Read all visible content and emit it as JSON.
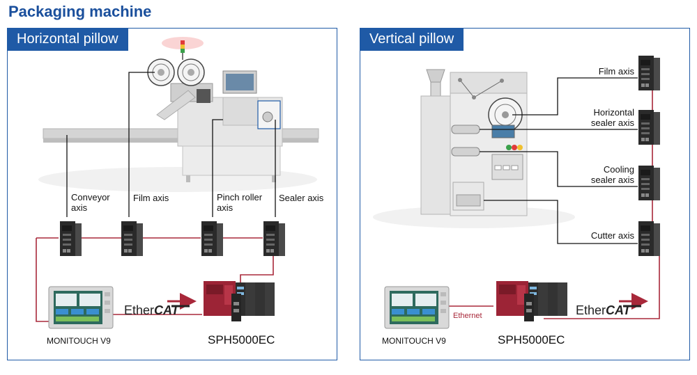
{
  "title": "Packaging machine",
  "left": {
    "tab": "Horizontal pillow",
    "axes": [
      {
        "line1": "Conveyor",
        "line2": "axis"
      },
      {
        "line1": "Film axis",
        "line2": ""
      },
      {
        "line1": "Pinch roller",
        "line2": "axis"
      },
      {
        "line1": "Sealer axis",
        "line2": ""
      }
    ],
    "hmi_label": "MONITOUCH V9",
    "plc_label": "SPH5000EC",
    "network": {
      "prefix": "Ether",
      "suffix": "CAT"
    }
  },
  "right": {
    "tab": "Vertical pillow",
    "axes": [
      {
        "line1": "Film axis",
        "line2": ""
      },
      {
        "line1": "Horizontal",
        "line2": "sealer axis"
      },
      {
        "line1": "Cooling",
        "line2": "sealer axis"
      },
      {
        "line1": "Cutter axis",
        "line2": ""
      }
    ],
    "hmi_label": "MONITOUCH V9",
    "plc_label": "SPH5000EC",
    "link_label": "Ethernet",
    "network": {
      "prefix": "Ether",
      "suffix": "CAT"
    }
  },
  "colors": {
    "accent": "#1f5aa6",
    "link": "#a8283a"
  }
}
